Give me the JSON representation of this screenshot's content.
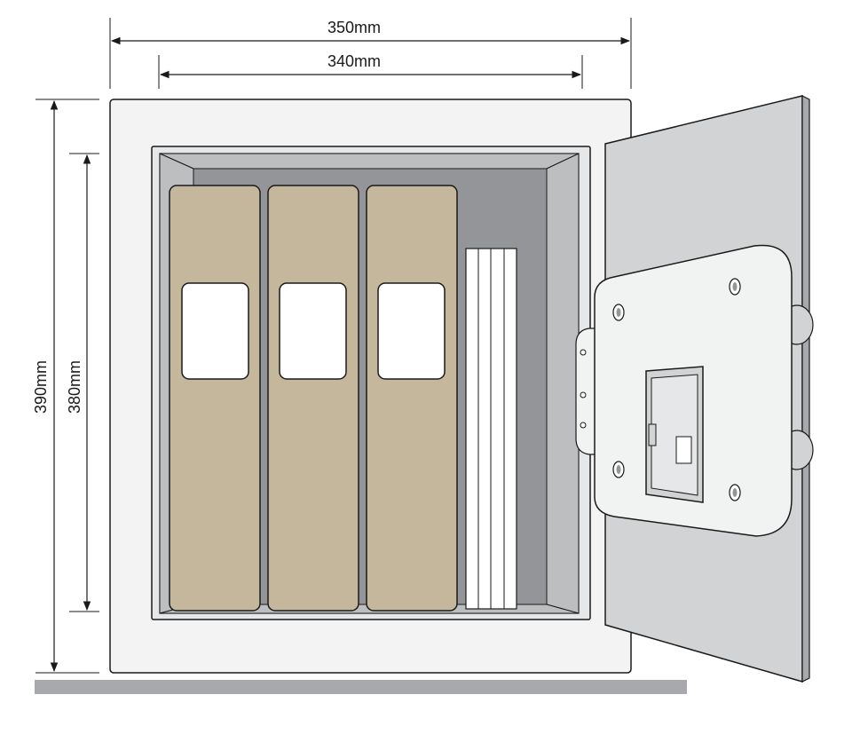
{
  "dimensions": {
    "outer_width": "350mm",
    "inner_width": "340mm",
    "outer_height": "390mm",
    "inner_height": "380mm"
  },
  "colors": {
    "outline": "#1a1a1a",
    "body": "#f3f3f4",
    "interior_back": "#939598",
    "interior_side": "#bcbec0",
    "binder": "#c5b79c",
    "door": "#d1d3d4",
    "panel": "#f1f2f2",
    "floor": "#a7a9ac",
    "paper": "#ffffff"
  },
  "icons": [
    "dimension-arrow",
    "lock-bolt-icon",
    "hinge-icon",
    "keypad-icon",
    "screw-icon"
  ]
}
